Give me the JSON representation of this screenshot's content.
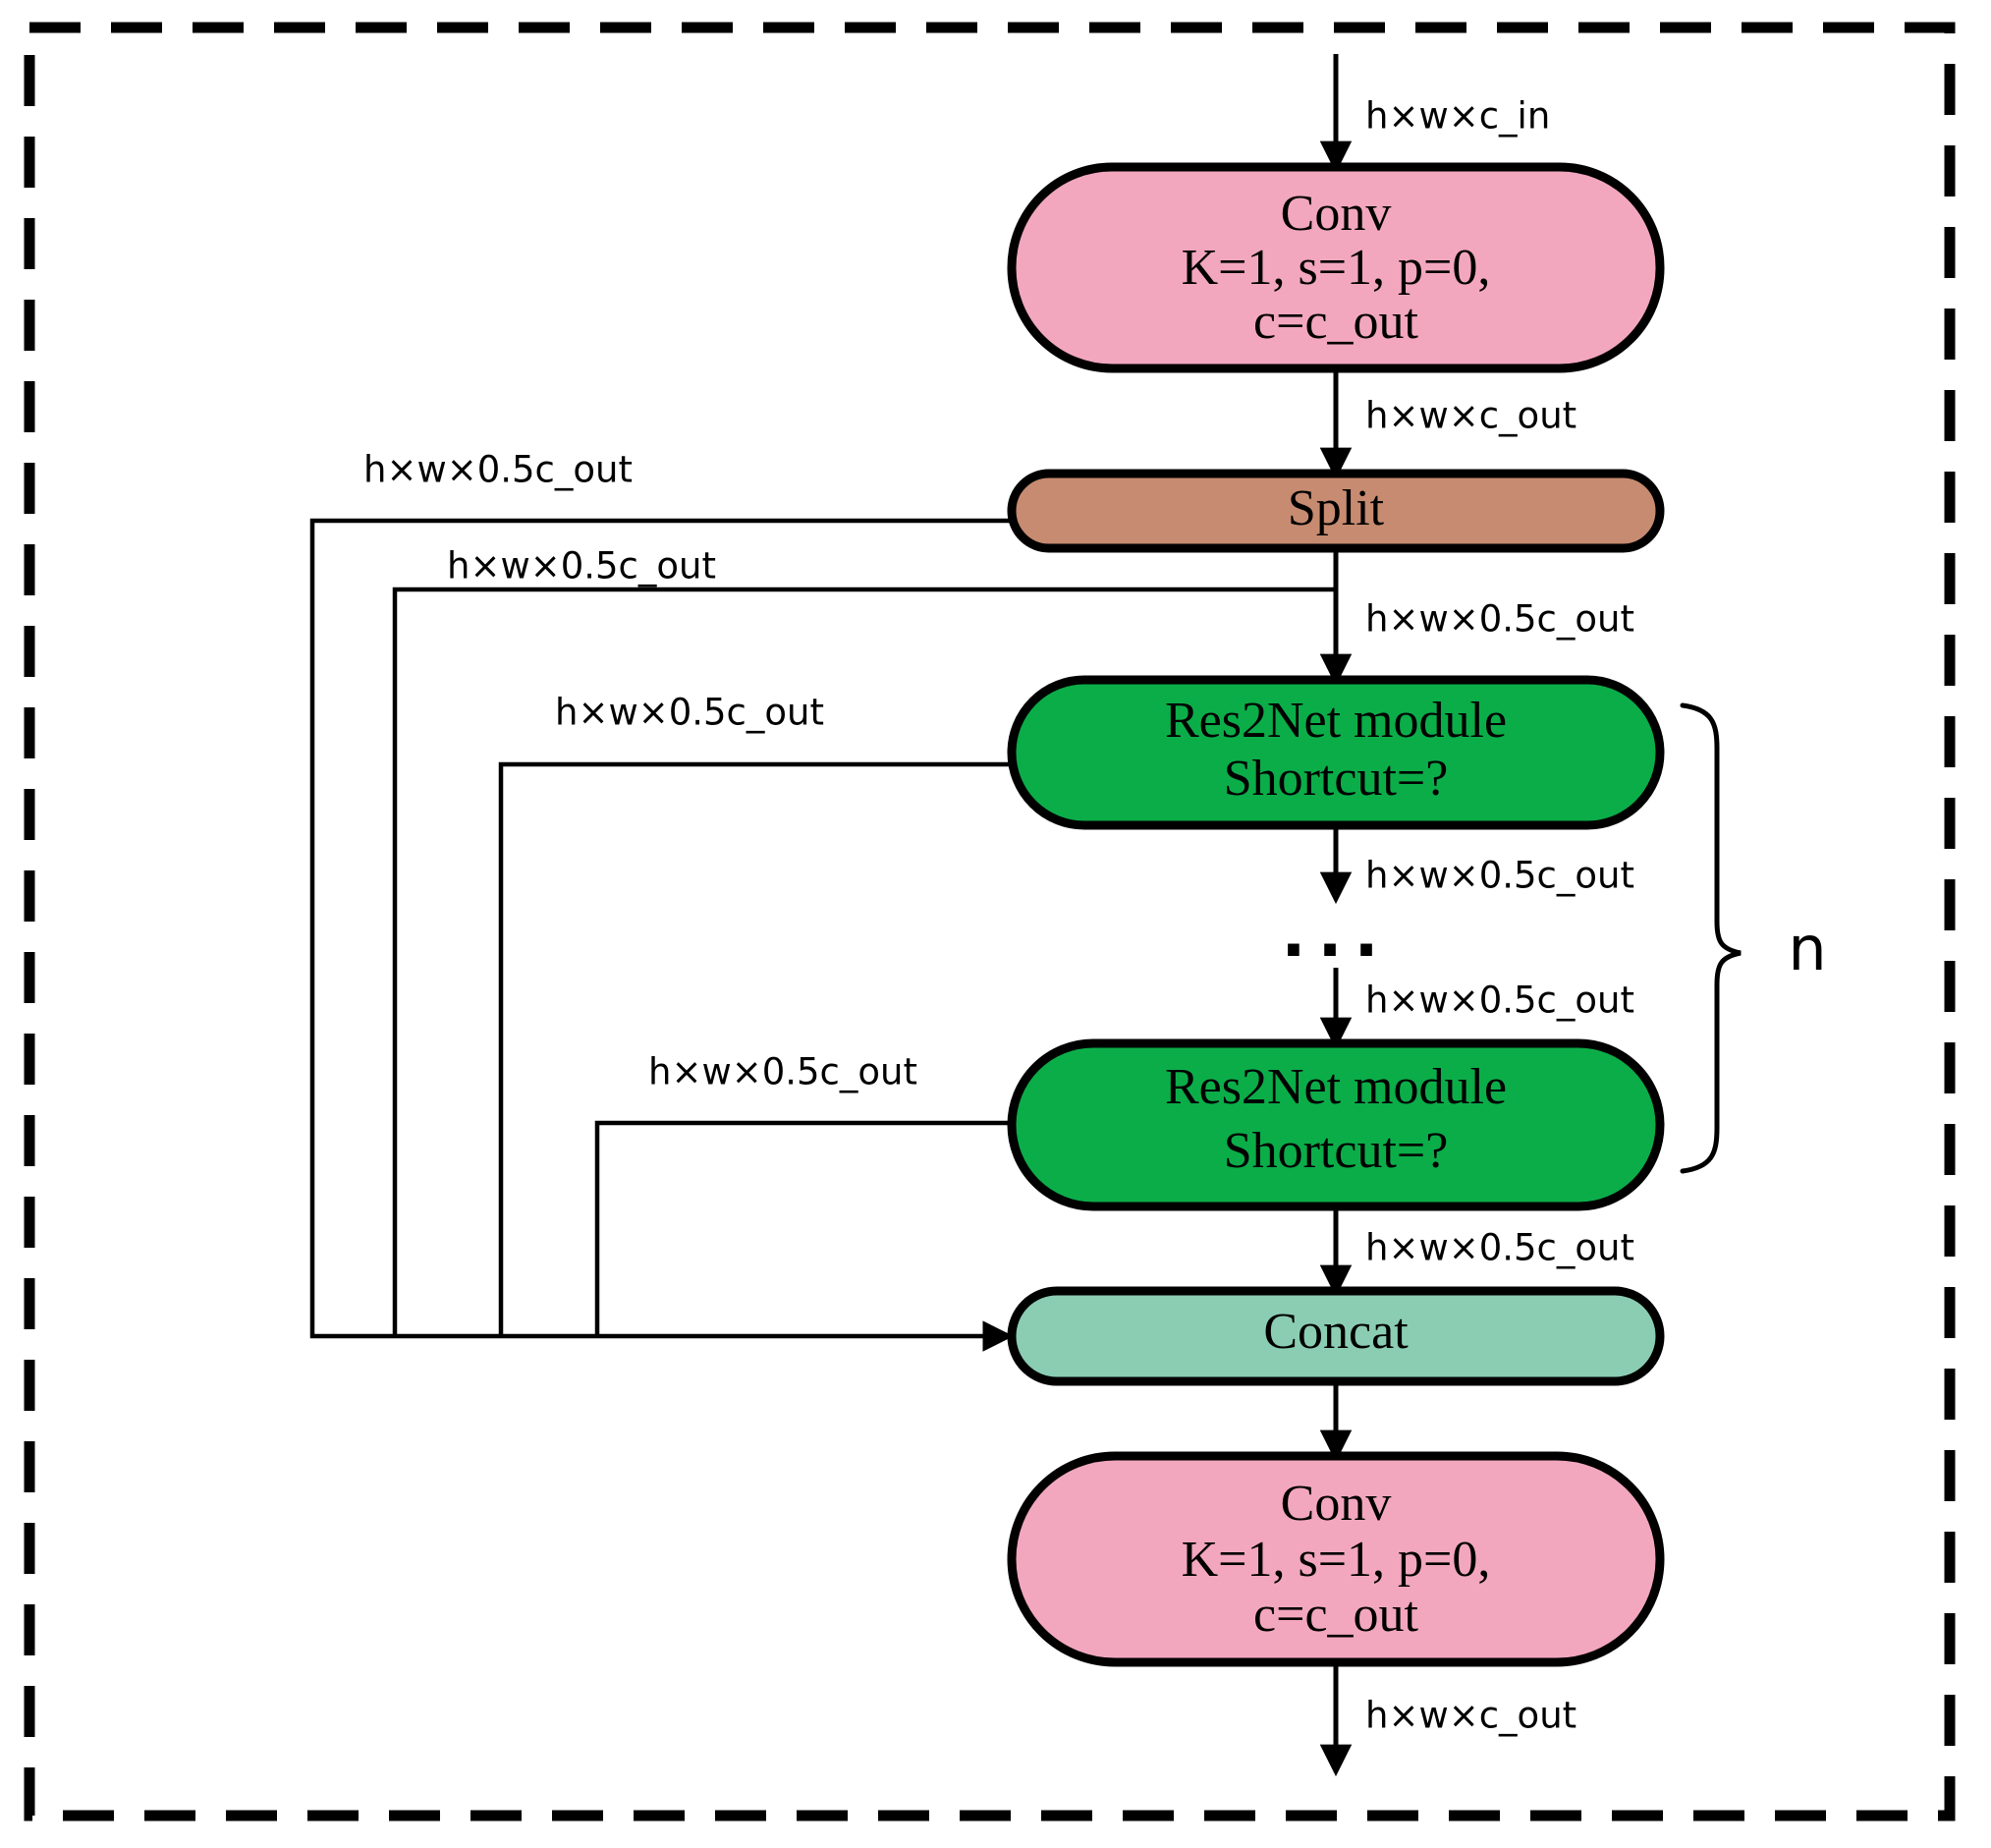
{
  "figure": {
    "title": "CSP Res2Net block data-flow diagram",
    "border_style": "dashed",
    "colors": {
      "conv": "#F2A7BF",
      "split": "#C68B70",
      "res2net": "#0BAD49",
      "concat": "#8ACDB3",
      "stroke": "#000000",
      "background": "#FFFFFF"
    }
  },
  "nodes": {
    "conv_top": {
      "name": "Conv",
      "line1": "Conv",
      "line2": "K=1, s=1, p=0,",
      "line3": "c=c_out",
      "color": "#F2A7BF"
    },
    "split": {
      "name": "Split",
      "line1": "Split",
      "color": "#C68B70"
    },
    "res2net_first": {
      "name": "Res2Net module",
      "line1": "Res2Net module",
      "line2": "Shortcut=?",
      "color": "#0BAD49"
    },
    "res2net_last": {
      "name": "Res2Net module",
      "line1": "Res2Net module",
      "line2": "Shortcut=?",
      "color": "#0BAD49"
    },
    "concat": {
      "name": "Concat",
      "line1": "Concat",
      "color": "#8ACDB3"
    },
    "conv_bottom": {
      "name": "Conv",
      "line1": "Conv",
      "line2": "K=1, s=1, p=0,",
      "line3": "c=c_out",
      "color": "#F2A7BF"
    }
  },
  "edges": {
    "input": "h×w×c_in",
    "conv_to_split": "h×w×c_out",
    "split_to_res2net": "h×w×0.5c_out",
    "res2net_to_dots": "h×w×0.5c_out",
    "dots_to_res2net": "h×w×0.5c_out",
    "res2net_to_concat": "h×w×0.5c_out",
    "skip_split_outer": "h×w×0.5c_out",
    "skip_split_inner": "h×w×0.5c_out",
    "skip_res2net_first": "h×w×0.5c_out",
    "skip_res2net_last": "h×w×0.5c_out",
    "output": "h×w×c_out"
  },
  "annotations": {
    "repeat_count": "n",
    "ellipsis": "..."
  }
}
